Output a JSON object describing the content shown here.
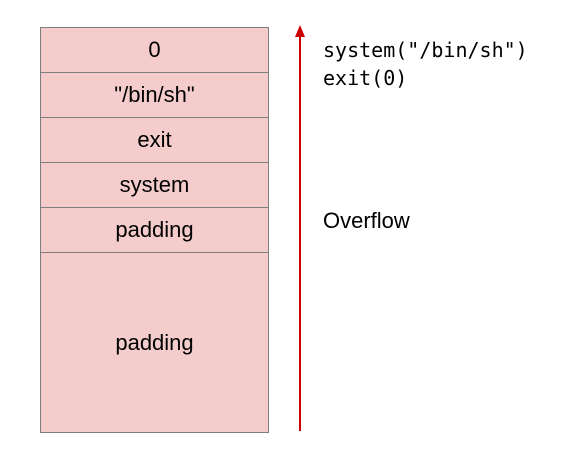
{
  "stack": {
    "cells": [
      {
        "label": "0"
      },
      {
        "label": "\"/bin/sh\""
      },
      {
        "label": "exit"
      },
      {
        "label": "system"
      },
      {
        "label": "padding"
      },
      {
        "label": "padding"
      }
    ]
  },
  "code": {
    "lines": [
      "system(\"/bin/sh\")",
      "exit(0)"
    ]
  },
  "overflow_label": "Overflow",
  "colors": {
    "cell_fill": "#f4cccc",
    "cell_border": "#7f7f7f",
    "arrow": "#cc0000"
  }
}
